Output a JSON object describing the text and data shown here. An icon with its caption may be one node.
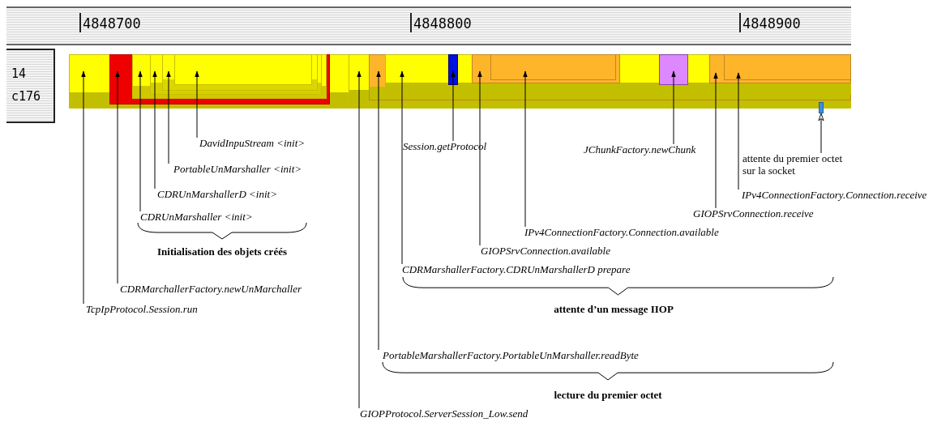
{
  "diagram": {
    "nodes": [
      {
        "text": [],
        "shape": "bar"
      },
      {
        "text": [],
        "shape": "bar",
        "in": 0
      },
      {
        "text": [],
        "shape": "bar",
        "in": 1
      },
      {
        "text": [],
        "shape": "bar",
        "in": 2
      },
      {
        "text": [],
        "shape": "bar",
        "in": 3
      },
      {
        "text": [],
        "shape": "bar",
        "in": 4
      },
      {
        "text": [],
        "shape": "bar",
        "in": 0
      },
      {
        "text": [],
        "shape": "bar",
        "in": 6
      },
      {
        "text": [],
        "shape": "bar",
        "in": 7
      },
      {
        "text": [],
        "shape": "bar",
        "in": 8
      },
      {
        "text": [],
        "shape": "bar",
        "in": 8
      },
      {
        "text": [],
        "shape": "bar",
        "in": 10
      },
      {
        "text": [],
        "shape": "bar",
        "in": 8
      },
      {
        "text": [],
        "shape": "bar",
        "in": 8
      },
      {
        "text": [],
        "shape": "bar",
        "in": 13
      },
      {
        "text": [],
        "shape": "bar"
      },
      {
        "text": [
          "DavidInpuStream <init>"
        ]
      },
      {
        "text": [
          "Session.getProtocol"
        ]
      },
      {
        "text": [
          "JChunkFactory.newChunk"
        ]
      },
      {
        "text": [
          "attente du premier octet sur la socket"
        ]
      },
      {
        "text": [
          "PortableUnMarshaller <init>"
        ]
      },
      {
        "text": [
          "CDRUnMarshallerD <init>"
        ]
      },
      {
        "text": [
          "IPv4ConnectionFactory.Connection.receive"
        ]
      },
      {
        "text": [
          "GIOPSrvConnection.receive"
        ]
      },
      {
        "text": [
          "CDRUnMarshaller <init>"
        ]
      },
      {
        "text": [
          "IPv4ConnectionFactory.Connection.available"
        ]
      },
      {
        "text": [
          "GIOPSrvConnection.available"
        ]
      },
      {
        "text": [
          "CDRMarshallerFactory.CDRUnMarshallerD prepare"
        ]
      },
      {
        "text": [
          "CDRMarchallerFactory.newUnMarchaller"
        ]
      },
      {
        "text": [
          "TcpIpProtocol.Session.run"
        ]
      },
      {
        "text": [
          "PortableMarshallerFactory.PortableUnMarshaller.readByte"
        ]
      },
      {
        "text": [
          "GIOPProtocol.ServerSession_Low.send"
        ]
      }
    ],
    "edges": [
      {
        "from": 29,
        "to": 0,
        "arrow": "to"
      },
      {
        "from": 28,
        "to": 1,
        "arrow": "to"
      },
      {
        "from": 24,
        "to": 2,
        "arrow": "to"
      },
      {
        "from": 21,
        "to": 3,
        "arrow": "to"
      },
      {
        "from": 20,
        "to": 4,
        "arrow": "to"
      },
      {
        "from": 16,
        "to": 5,
        "arrow": "to"
      },
      {
        "from": 31,
        "to": 6,
        "arrow": "to"
      },
      {
        "from": 30,
        "to": 7,
        "arrow": "to"
      },
      {
        "from": 27,
        "to": 8,
        "arrow": "to"
      },
      {
        "from": 17,
        "to": 9,
        "arrow": "to"
      },
      {
        "from": 26,
        "to": 10,
        "arrow": "to"
      },
      {
        "from": 25,
        "to": 11,
        "arrow": "to"
      },
      {
        "from": 18,
        "to": 12,
        "arrow": "to"
      },
      {
        "from": 23,
        "to": 13,
        "arrow": "to"
      },
      {
        "from": 22,
        "to": 14,
        "arrow": "to"
      },
      {
        "from": 19,
        "to": 15,
        "arrow": "to"
      }
    ],
    "labels": [
      "4848700",
      "4848800",
      "4848900",
      "14",
      "c176",
      "Initialisation des objets créés",
      "attente d’un message IIOP",
      "lecture du premier octet"
    ]
  }
}
